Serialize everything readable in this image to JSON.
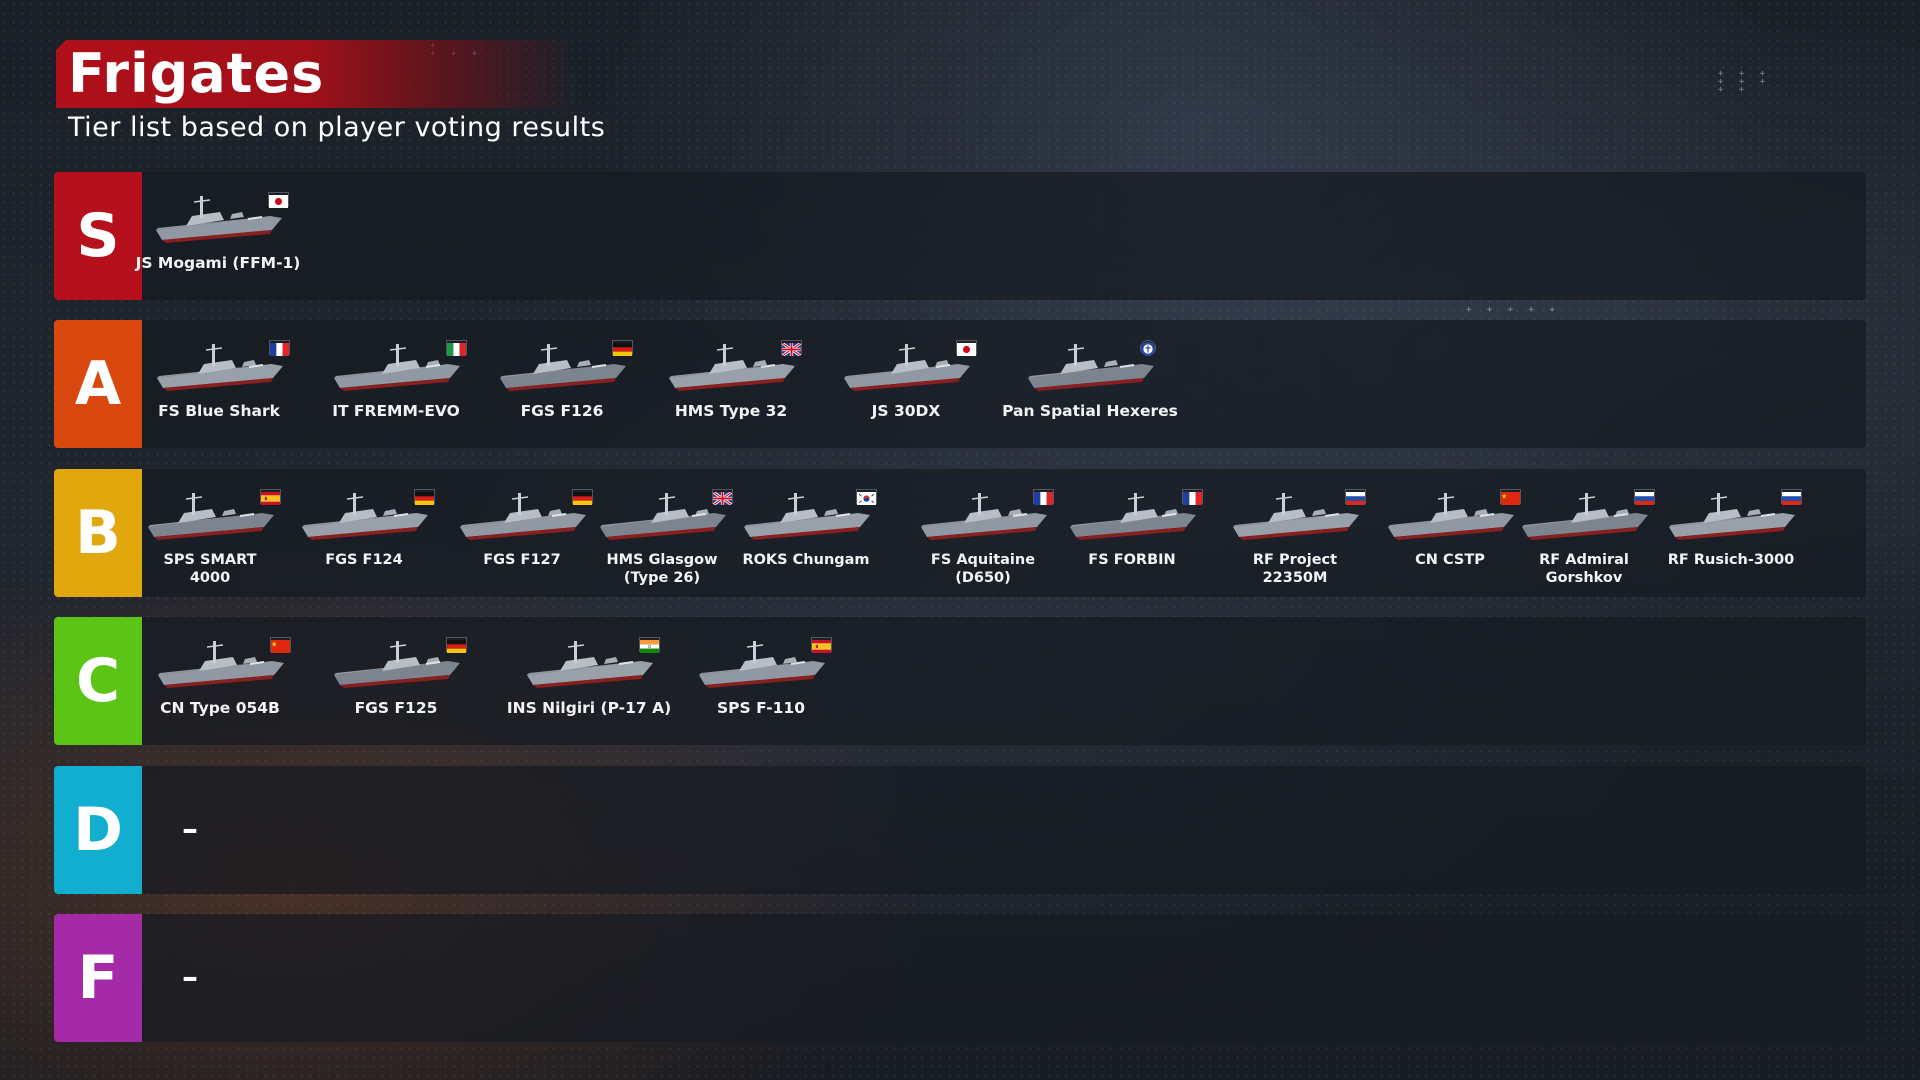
{
  "header": {
    "title": "Frigates",
    "subtitle": "Tier list based on player voting results"
  },
  "colors": {
    "S": "#b5101c",
    "A": "#d9480f",
    "B": "#e0a80d",
    "C": "#5cc417",
    "D": "#12aecf",
    "F": "#a52aa8",
    "title_banner": "#b0101a"
  },
  "tiers": [
    {
      "id": "S",
      "label": "S",
      "empty_text": "",
      "ships": [
        {
          "name": "JS Mogami (FFM-1)",
          "flag": "japan"
        }
      ]
    },
    {
      "id": "A",
      "label": "A",
      "empty_text": "",
      "ships": [
        {
          "name": "FS Blue Shark",
          "flag": "france"
        },
        {
          "name": "IT FREMM-EVO",
          "flag": "italy"
        },
        {
          "name": "FGS F126",
          "flag": "germany"
        },
        {
          "name": "HMS Type 32",
          "flag": "uk"
        },
        {
          "name": "JS 30DX",
          "flag": "japan"
        },
        {
          "name": "Pan Spatial Hexeres",
          "flag": "pan-spatial"
        }
      ]
    },
    {
      "id": "B",
      "label": "B",
      "empty_text": "",
      "ships": [
        {
          "name": "SPS SMART 4000",
          "flag": "spain"
        },
        {
          "name": "FGS F124",
          "flag": "germany"
        },
        {
          "name": "FGS F127",
          "flag": "germany"
        },
        {
          "name": "HMS Glasgow (Type 26)",
          "flag": "uk"
        },
        {
          "name": "ROKS Chungam",
          "flag": "korea"
        },
        {
          "name": "FS Aquitaine (D650)",
          "flag": "france"
        },
        {
          "name": "FS FORBIN",
          "flag": "france"
        },
        {
          "name": "RF Project 22350M",
          "flag": "russia"
        },
        {
          "name": "CN CSTP",
          "flag": "china"
        },
        {
          "name": "RF Admiral Gorshkov",
          "flag": "russia"
        },
        {
          "name": "RF Rusich-3000",
          "flag": "russia"
        }
      ]
    },
    {
      "id": "C",
      "label": "C",
      "empty_text": "",
      "ships": [
        {
          "name": "CN Type 054B",
          "flag": "china"
        },
        {
          "name": "FGS F125",
          "flag": "germany"
        },
        {
          "name": "INS Nilgiri (P-17 A)",
          "flag": "india"
        },
        {
          "name": "SPS F-110",
          "flag": "spain"
        }
      ]
    },
    {
      "id": "D",
      "label": "D",
      "empty_text": "–",
      "ships": []
    },
    {
      "id": "F",
      "label": "F",
      "empty_text": "–",
      "ships": []
    }
  ]
}
